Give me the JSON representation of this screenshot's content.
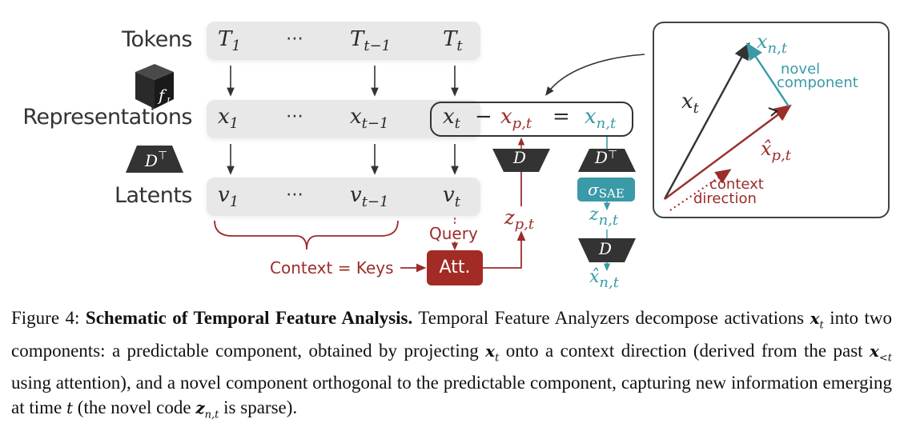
{
  "figure": {
    "row_labels": {
      "tokens": "Tokens",
      "representations": "Representations",
      "latents": "Latents"
    },
    "tokens": {
      "first": "T",
      "first_sub": "1",
      "dots": "⋯",
      "prev": "T",
      "prev_sub": "t−1",
      "cur": "T",
      "cur_sub": "t"
    },
    "representations": {
      "first": "x",
      "first_sub": "1",
      "dots": "⋯",
      "prev": "x",
      "prev_sub": "t−1"
    },
    "latents": {
      "first": "v",
      "first_sub": "1",
      "dots": "⋯",
      "prev": "v",
      "prev_sub": "t−1",
      "cur": "v",
      "cur_sub": "t"
    },
    "model_block": {
      "label": "f",
      "label_sub": "L",
      "icon": "cube-icon"
    },
    "encoder_left": {
      "label": "D",
      "sup": "⊤"
    },
    "equation": {
      "x_t": "x",
      "x_t_sub": "t",
      "minus": "−",
      "x_pt": "x",
      "x_pt_sub": "p,t",
      "equals": "=",
      "x_nt": "x",
      "x_nt_sub": "n,t"
    },
    "predictable_branch": {
      "decoder": "D",
      "z": "z",
      "z_sub": "p,t"
    },
    "novel_branch": {
      "encoder": "D",
      "encoder_sup": "⊤",
      "activation": "σ",
      "activation_sub": "SAE",
      "z": "z",
      "z_sub": "n,t",
      "decoder": "D",
      "output": "x̂",
      "output_sub": "n,t"
    },
    "attention": {
      "query_label": "Query",
      "context_label": "Context = Keys",
      "block_label": "Att."
    },
    "vector_panel": {
      "x_t_label": "x",
      "x_t_sub": "t",
      "x_nt_label": "x",
      "x_nt_sub": "n,t",
      "novel_label_1": "novel",
      "novel_label_2": "component",
      "x_hat_pt_label": "x̂",
      "x_hat_pt_sub": "p,t",
      "context_label_1": "context",
      "context_label_2": "direction"
    },
    "colors": {
      "predictable": "#9b2d2a",
      "novel": "#3a9aa8",
      "neutral": "#333333",
      "row_background": "#e8e8e8"
    }
  },
  "caption": {
    "prefix": "Figure 4:",
    "title": "Schematic of Temporal Feature Analysis.",
    "s1": "Temporal Feature Analyzers decompose activations",
    "m1": "x",
    "m1_sub": "t",
    "s2": "into two components: a predictable component, obtained by projecting",
    "m2": "x",
    "m2_sub": "t",
    "s3": "onto a context direction (derived from the past",
    "m3": "x",
    "m3_sub": "<t",
    "s4": "using attention), and a novel component orthogonal to the predictable component, capturing new information emerging at time",
    "m4": "t",
    "s5": "(the novel code",
    "m5": "z",
    "m5_sub": "n,t",
    "s6": "is sparse)."
  }
}
